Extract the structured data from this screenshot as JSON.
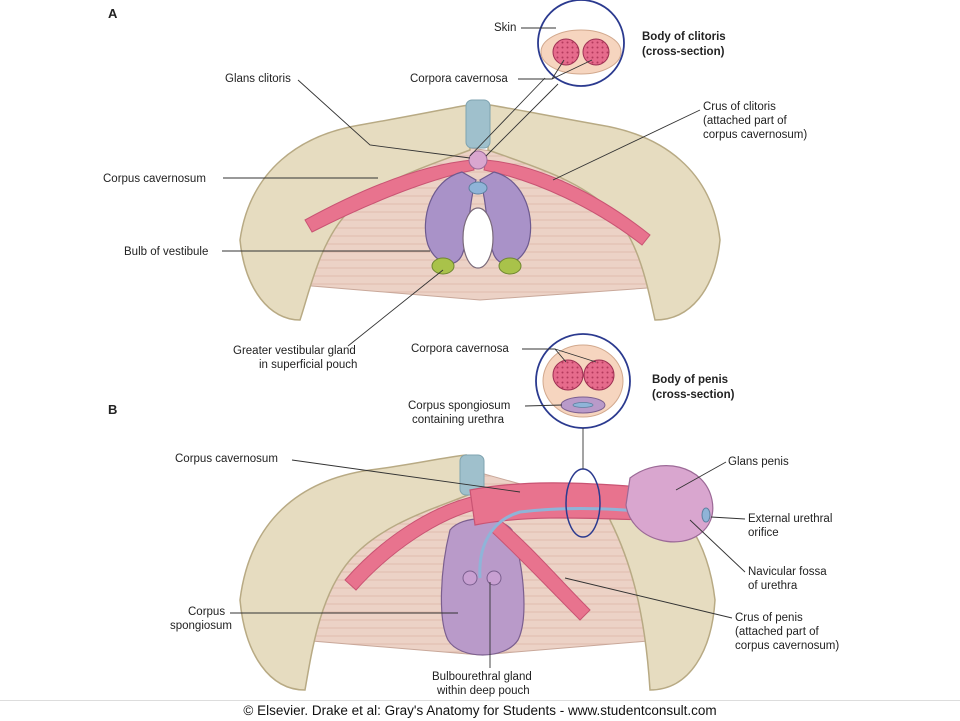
{
  "panels": {
    "a": "A",
    "b": "B"
  },
  "labels_a": {
    "skin": "Skin",
    "body_title_1": "Body of clitoris",
    "body_title_2": "(cross-section)",
    "corpora_cavernosa": "Corpora cavernosa",
    "glans_clitoris": "Glans clitoris",
    "crus_1": "Crus of clitoris",
    "crus_2": "(attached part of",
    "crus_3": "corpus cavernosum)",
    "corpus_cavernosum": "Corpus cavernosum",
    "bulb_vestibule": "Bulb of vestibule",
    "gvg_1": "Greater vestibular gland",
    "gvg_2": "in superficial pouch"
  },
  "labels_b": {
    "corpora_cavernosa": "Corpora cavernosa",
    "body_title_1": "Body of penis",
    "body_title_2": "(cross-section)",
    "spong_urethra_1": "Corpus spongiosum",
    "spong_urethra_2": "containing urethra",
    "corpus_cavernosum": "Corpus cavernosum",
    "glans_penis": "Glans penis",
    "ext_urethral_1": "External urethral",
    "ext_urethral_2": "orifice",
    "navicular_1": "Navicular fossa",
    "navicular_2": "of urethra",
    "corpus_spongiosum_1": "Corpus",
    "corpus_spongiosum_2": "spongiosum",
    "crus_1": "Crus of penis",
    "crus_2": "(attached part of",
    "crus_3": "corpus cavernosum)",
    "bulbourethral_1": "Bulbourethral gland",
    "bulbourethral_2": "within deep pouch"
  },
  "footer": "© Elsevier. Drake et al: Gray's Anatomy for Students - www.studentconsult.com",
  "colors": {
    "bone": "#e6dcc0",
    "bone_dark": "#b8aa84",
    "membrane": "#ecd2c6",
    "cavernosum": "#e8738e",
    "spongiosum": "#b99ac9",
    "glans": "#d9a6cf",
    "gland": "#a9c24a",
    "symphysis": "#9fc0cc"
  }
}
